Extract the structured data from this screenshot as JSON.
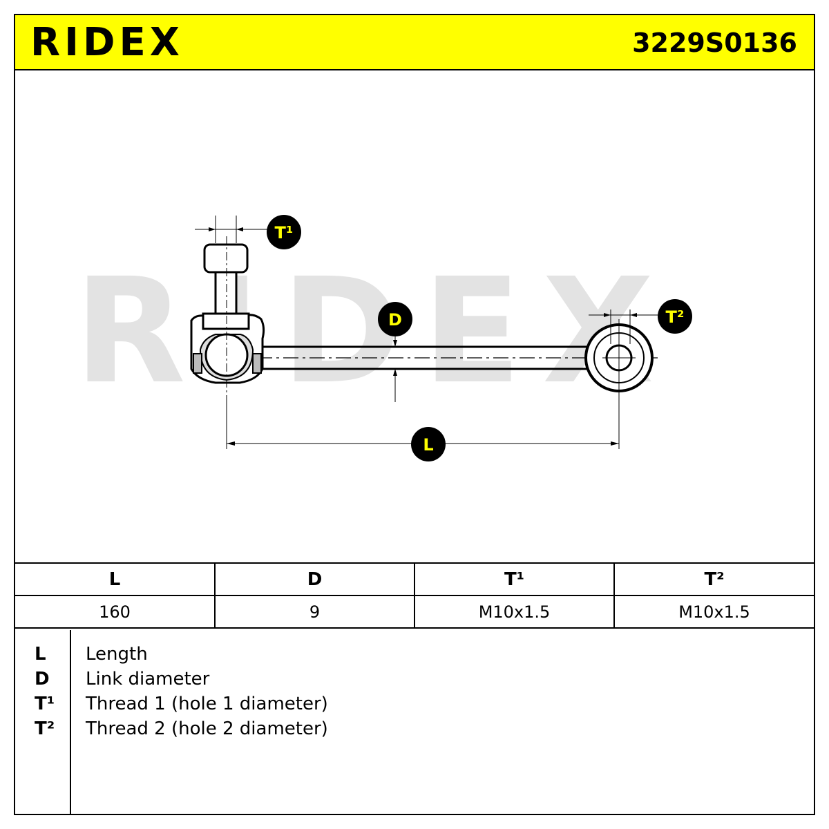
{
  "header": {
    "brand": "RIDEX",
    "part_number": "3229S0136",
    "accent_color": "#ffff00"
  },
  "drawing": {
    "watermark": "RIDEX",
    "labels": {
      "t1": "T¹",
      "t2": "T²",
      "d": "D",
      "l": "L"
    }
  },
  "specs": {
    "headers": [
      "L",
      "D",
      "T¹",
      "T²"
    ],
    "values": [
      "160",
      "9",
      "M10x1.5",
      "M10x1.5"
    ]
  },
  "legend": [
    {
      "key": "L",
      "desc": "Length"
    },
    {
      "key": "D",
      "desc": "Link diameter"
    },
    {
      "key": "T¹",
      "desc": "Thread 1 (hole 1 diameter)"
    },
    {
      "key": "T²",
      "desc": "Thread 2 (hole 2 diameter)"
    }
  ]
}
